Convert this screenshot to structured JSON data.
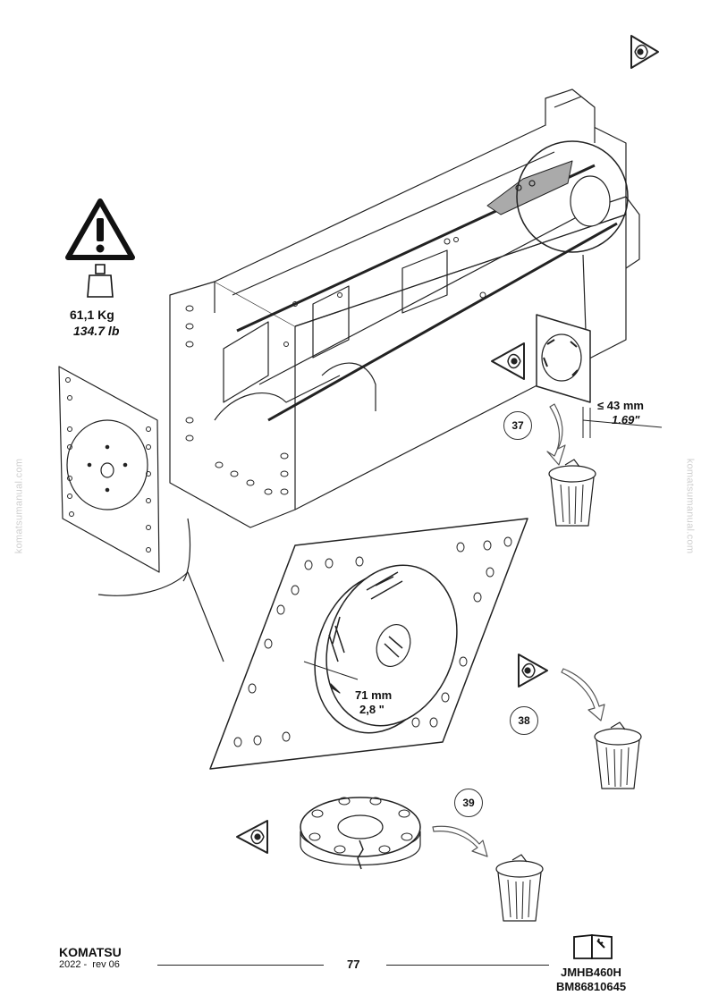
{
  "weight": {
    "kg": "61,1 Kg",
    "lb": "134.7 lb"
  },
  "side_watermark": "komatsumanual.com",
  "steps": {
    "s37": {
      "number": "37",
      "dim_mm": "≤ 43 mm",
      "dim_in": "1.69\""
    },
    "s38": {
      "number": "38",
      "dim_mm": "71 mm",
      "dim_in": "2,8 \""
    },
    "s39": {
      "number": "39"
    }
  },
  "icons": {
    "inspect": "eye-inspect-icon",
    "warning": "warning-triangle-icon",
    "weight": "weight-icon",
    "discard": "trash-bin-icon",
    "manual": "manual-book-icon"
  },
  "footer": {
    "brand": "KOMATSU",
    "edition": "2022 -  rev 06",
    "page": "77",
    "model": "JMHB460H",
    "doc_code": "BM86810645"
  }
}
